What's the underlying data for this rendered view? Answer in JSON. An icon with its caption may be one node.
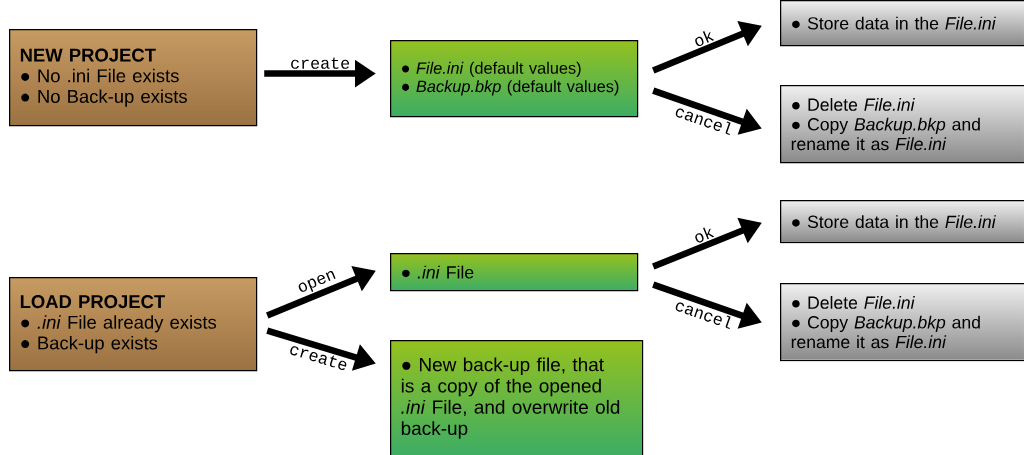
{
  "diagram": {
    "nodes": [
      {
        "text": [
          "NEW PROJECT",
          "● No .ini File exists",
          "● No Back-up exists"
        ]
      },
      {
        "text": [
          "● *File.ini* (default values)",
          "● *Backup.bkp* (default values)"
        ]
      },
      {
        "text": [
          "● Store data in the *File.ini*"
        ]
      },
      {
        "text": [
          "● Delete *File.ini*",
          "● Copy *Backup.bkp* and rename it as *File.ini*"
        ]
      },
      {
        "text": [
          "LOAD PROJECT",
          "● *.ini* File already exists",
          "● Back-up exists"
        ]
      },
      {
        "text": [
          "● *.ini* File"
        ]
      },
      {
        "text": [
          "● New back-up file, that is a copy of the opened *.ini* File, and overwrite old back-up"
        ]
      },
      {
        "text": [
          "● Store data in the *File.ini*"
        ]
      },
      {
        "text": [
          "● Delete *File.ini*",
          "● Copy *Backup.bkp* and rename it as *File.ini*"
        ]
      }
    ],
    "edges": [
      {
        "from": 0,
        "to": 1,
        "arrow": "to",
        "label": "create"
      },
      {
        "from": 1,
        "to": 2,
        "arrow": "to",
        "label": "ok"
      },
      {
        "from": 1,
        "to": 3,
        "arrow": "to",
        "label": "cancel"
      },
      {
        "from": 4,
        "to": 5,
        "arrow": "to",
        "label": "open"
      },
      {
        "from": 4,
        "to": 6,
        "arrow": "to",
        "label": "create"
      },
      {
        "from": 5,
        "to": 7,
        "arrow": "to",
        "label": "ok"
      },
      {
        "from": 5,
        "to": 8,
        "arrow": "to",
        "label": "cancel"
      }
    ]
  }
}
